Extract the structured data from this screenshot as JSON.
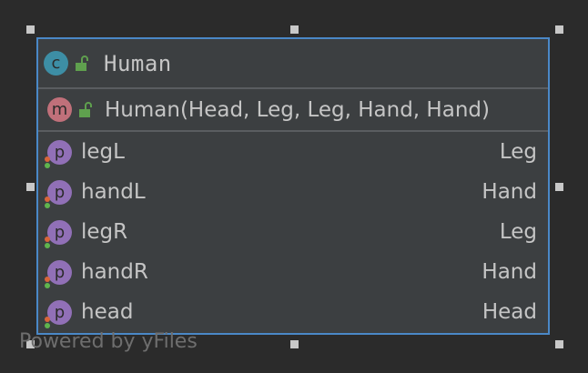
{
  "node": {
    "class_badge": "c",
    "title": "Human",
    "method_badge": "m",
    "constructor": "Human(Head, Leg, Leg, Hand, Hand)",
    "properties": [
      {
        "badge": "p",
        "name": "legL",
        "type": "Leg"
      },
      {
        "badge": "p",
        "name": "handL",
        "type": "Hand"
      },
      {
        "badge": "p",
        "name": "legR",
        "type": "Leg"
      },
      {
        "badge": "p",
        "name": "handR",
        "type": "Hand"
      },
      {
        "badge": "p",
        "name": "head",
        "type": "Head"
      }
    ]
  },
  "watermark": "Powered by yFiles",
  "colors": {
    "background": "#2b2b2b",
    "node_fill": "#3c3f41",
    "selection_border": "#4a88c7",
    "class_icon": "#3d8ea5",
    "method_icon": "#c0707a",
    "property_icon": "#9170b7",
    "lock_icon": "#5fa04e"
  }
}
